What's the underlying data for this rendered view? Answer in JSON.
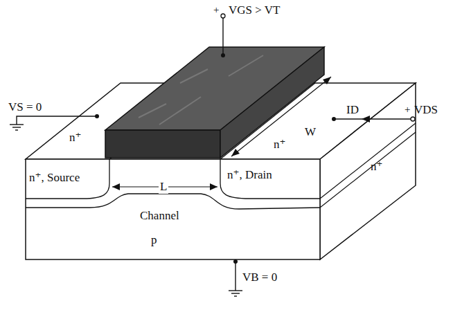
{
  "diagram": {
    "labels": [
      "+",
      "VGS > VT",
      "VS = 0",
      "n⁺",
      "ID",
      "+",
      "VDS",
      "W",
      "n⁺",
      "n⁺",
      "n⁺, Source",
      "L",
      "n⁺, Drain",
      "Channel",
      "p",
      "VB = 0"
    ]
  }
}
